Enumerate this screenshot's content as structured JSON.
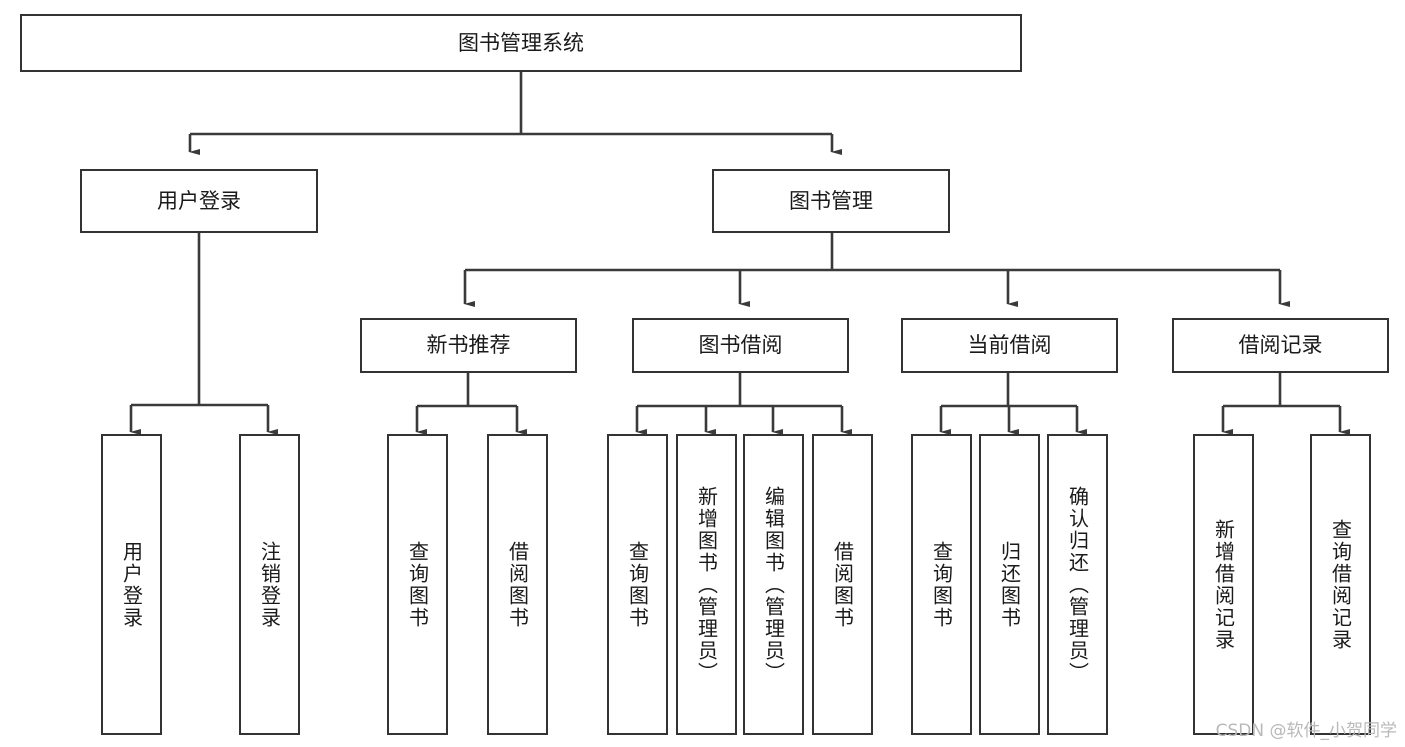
{
  "diagram": {
    "title": "图书管理系统",
    "type": "tree",
    "watermark": "CSDN @软件_小贺同学",
    "colors": {
      "box_border": "#333333",
      "box_fill": "#ffffff",
      "connector": "#3a3a3a",
      "text": "#1a1a1a",
      "watermark": "#b9b9b9",
      "background": "#ffffff"
    },
    "nodes": {
      "root": {
        "label": "图书管理系统",
        "orientation": "horizontal"
      },
      "level2": [
        {
          "id": "user-login",
          "label": "用户登录",
          "orientation": "horizontal"
        },
        {
          "id": "book-manage",
          "label": "图书管理",
          "orientation": "horizontal"
        }
      ],
      "level3": [
        {
          "id": "new-book-recommend",
          "label": "新书推荐",
          "orientation": "horizontal"
        },
        {
          "id": "book-borrow",
          "label": "图书借阅",
          "orientation": "horizontal"
        },
        {
          "id": "current-borrow",
          "label": "当前借阅",
          "orientation": "horizontal"
        },
        {
          "id": "borrow-record",
          "label": "借阅记录",
          "orientation": "horizontal"
        }
      ],
      "leaves": [
        {
          "id": "leaf-user-login",
          "label": "用户登录",
          "parent": "user-login",
          "orientation": "vertical"
        },
        {
          "id": "leaf-logout",
          "label": "注销登录",
          "parent": "user-login",
          "orientation": "vertical"
        },
        {
          "id": "leaf-query-book-1",
          "label": "查询图书",
          "parent": "new-book-recommend",
          "orientation": "vertical"
        },
        {
          "id": "leaf-borrow-book-1",
          "label": "借阅图书",
          "parent": "new-book-recommend",
          "orientation": "vertical"
        },
        {
          "id": "leaf-query-book-2",
          "label": "查询图书",
          "parent": "book-borrow",
          "orientation": "vertical"
        },
        {
          "id": "leaf-add-book",
          "label": "新增图书（管理员）",
          "parent": "book-borrow",
          "orientation": "vertical"
        },
        {
          "id": "leaf-edit-book",
          "label": "编辑图书（管理员）",
          "parent": "book-borrow",
          "orientation": "vertical"
        },
        {
          "id": "leaf-borrow-book-2",
          "label": "借阅图书",
          "parent": "book-borrow",
          "orientation": "vertical"
        },
        {
          "id": "leaf-query-book-3",
          "label": "查询图书",
          "parent": "current-borrow",
          "orientation": "vertical"
        },
        {
          "id": "leaf-return-book",
          "label": "归还图书",
          "parent": "current-borrow",
          "orientation": "vertical"
        },
        {
          "id": "leaf-confirm-return",
          "label": "确认归还（管理员）",
          "parent": "current-borrow",
          "orientation": "vertical"
        },
        {
          "id": "leaf-add-record",
          "label": "新增借阅记录",
          "parent": "borrow-record",
          "orientation": "vertical"
        },
        {
          "id": "leaf-query-record",
          "label": "查询借阅记录",
          "parent": "borrow-record",
          "orientation": "vertical"
        }
      ]
    }
  }
}
